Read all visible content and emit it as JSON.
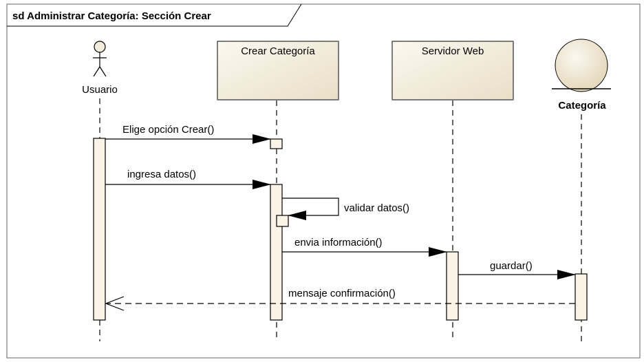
{
  "frame": {
    "title": "sd Administrar Categoría: Sección Crear"
  },
  "lifelines": {
    "usuario": {
      "label": "Usuario",
      "kind": "actor"
    },
    "crear_categoria": {
      "label": "Crear Categoría",
      "kind": "boundary-box"
    },
    "servidor_web": {
      "label": "Servidor Web",
      "kind": "control-box"
    },
    "categoria": {
      "label": "Categoría",
      "kind": "entity"
    }
  },
  "messages": {
    "m1": {
      "label": "Elige opción Crear()",
      "from": "Usuario",
      "to": "Crear Categoría",
      "style": "synchronous"
    },
    "m2": {
      "label": "ingresa datos()",
      "from": "Usuario",
      "to": "Crear Categoría",
      "style": "synchronous"
    },
    "m3": {
      "label": "validar datos()",
      "from": "Crear Categoría",
      "to": "Crear Categoría",
      "style": "self"
    },
    "m4": {
      "label": "envia información()",
      "from": "Crear Categoría",
      "to": "Servidor Web",
      "style": "synchronous"
    },
    "m5": {
      "label": "guardar()",
      "from": "Servidor Web",
      "to": "Categoría",
      "style": "synchronous"
    },
    "m6": {
      "label": "mensaje confirmación()",
      "from": "Categoría",
      "to": "Usuario",
      "style": "return"
    }
  },
  "colors": {
    "box_fill": "#f3ecdc",
    "box_fill_light": "#fbf7ee",
    "activation_fill": "#fbf3e6",
    "stroke": "#000000"
  }
}
